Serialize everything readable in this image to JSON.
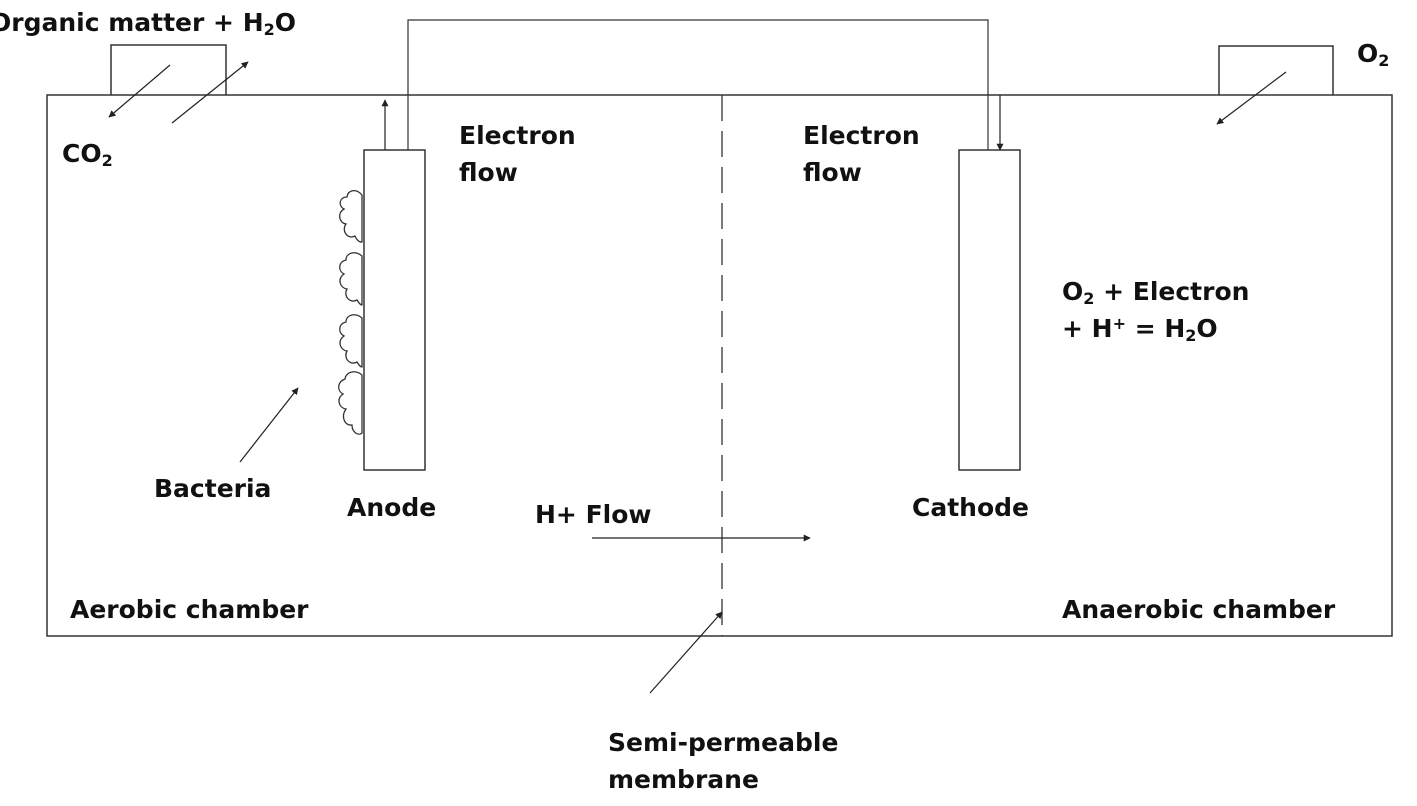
{
  "labels": {
    "inlet_organic": "Organic matter + H",
    "inlet_organic_sub": "2",
    "inlet_organic_tail": "O",
    "co2": "CO",
    "co2_sub": "2",
    "o2_inlet": "O",
    "o2_inlet_sub": "2",
    "electron_flow_left_1": "Electron",
    "electron_flow_left_2": "flow",
    "electron_flow_right_1": "Electron",
    "electron_flow_right_2": "flow",
    "reaction_o2": "O",
    "reaction_o2_sub": "2",
    "reaction_line1_tail": " + Electron",
    "reaction_line2_head": "+ H",
    "reaction_line2_sup": "+",
    "reaction_line2_mid": " = H",
    "reaction_line2_sub": "2",
    "reaction_line2_tail": "O",
    "bacteria": "Bacteria",
    "anode": "Anode",
    "cathode": "Cathode",
    "h_flow": "H+ Flow",
    "aerobic_chamber": "Aerobic chamber",
    "anaerobic_chamber": "Anaerobic chamber",
    "membrane_1": "Semi-permeable",
    "membrane_2": "membrane"
  },
  "colors": {
    "stroke": "#333333",
    "text": "#111111",
    "background": "#ffffff"
  }
}
